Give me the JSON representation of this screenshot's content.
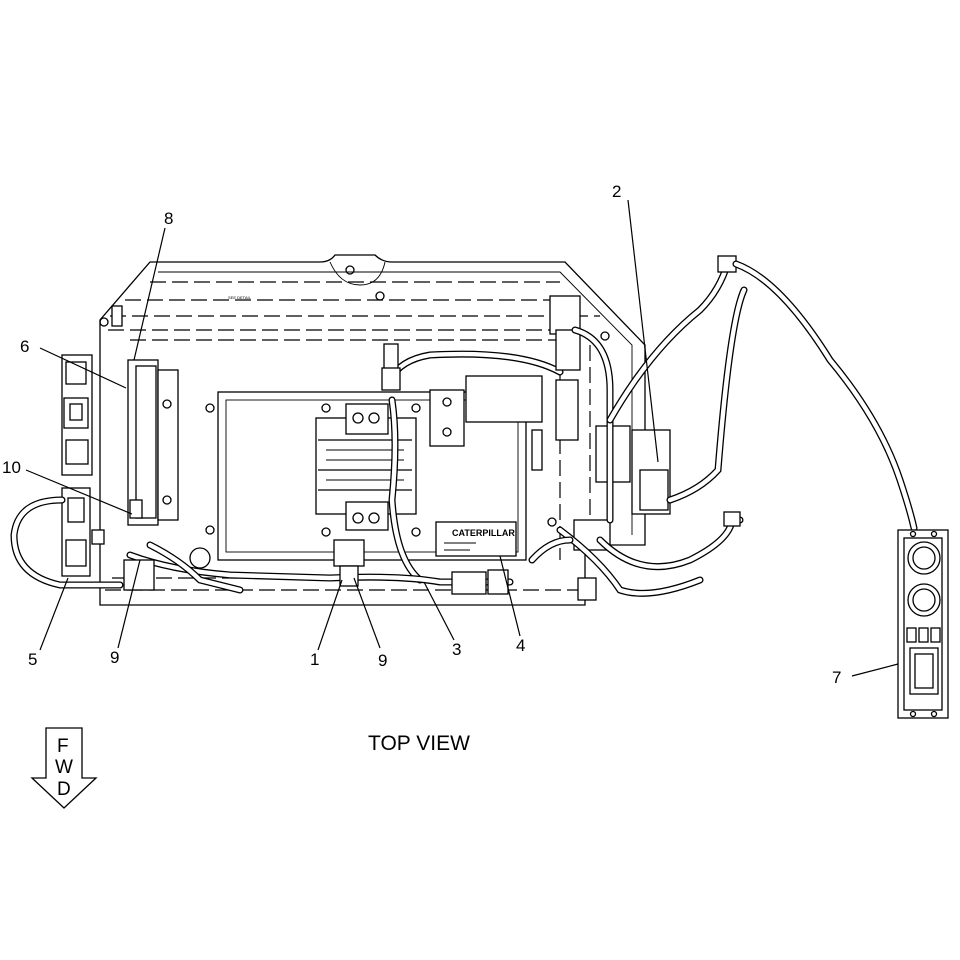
{
  "diagram": {
    "view_title": "TOP VIEW",
    "direction_arrow": [
      "F",
      "W",
      "D"
    ],
    "logo_text": "CATERPILLAR",
    "callouts": [
      {
        "id": "c1",
        "label": "1"
      },
      {
        "id": "c2",
        "label": "2"
      },
      {
        "id": "c3",
        "label": "3"
      },
      {
        "id": "c4",
        "label": "4"
      },
      {
        "id": "c5",
        "label": "5"
      },
      {
        "id": "c6",
        "label": "6"
      },
      {
        "id": "c7",
        "label": "7"
      },
      {
        "id": "c8",
        "label": "8"
      },
      {
        "id": "c9a",
        "label": "9"
      },
      {
        "id": "c9b",
        "label": "9"
      },
      {
        "id": "c10",
        "label": "10"
      }
    ]
  }
}
